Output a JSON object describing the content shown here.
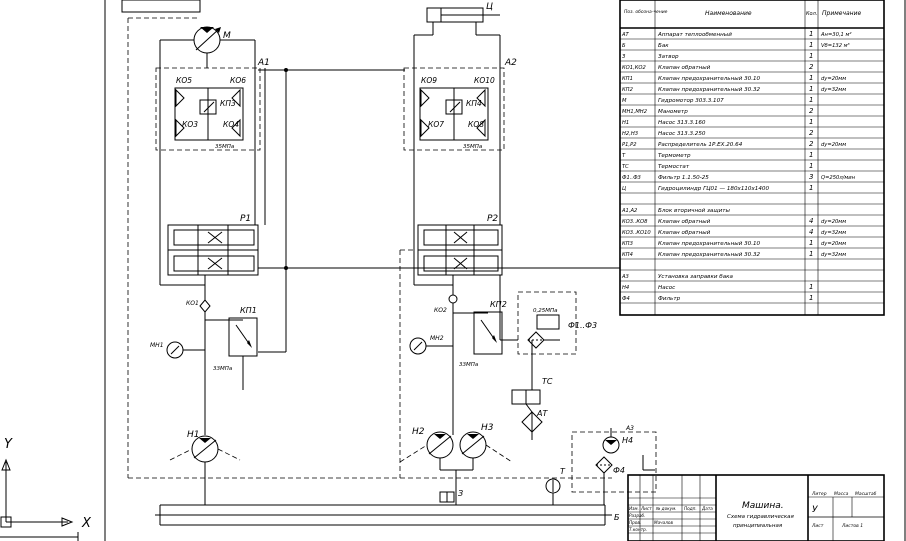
{
  "axis": {
    "y": "Y",
    "x": "X"
  },
  "units": {
    "A1": "A1",
    "A2": "A2",
    "P1": "P1",
    "P2": "P2",
    "M": "M",
    "C": "Ц",
    "KO5": "КО5",
    "KO6": "КО6",
    "KP3": "КП3",
    "KO3": "КО3",
    "KO4": "КО4",
    "A1_pressure": "35МПа",
    "KO9": "КО9",
    "KO10": "КО10",
    "KP4": "КП4",
    "KO7": "КО7",
    "KO8": "КО8",
    "A2_pressure": "35МПа",
    "KO1": "КО1",
    "KP1": "КП1",
    "MN1": "МН1",
    "KP1_pressure": "33МПа",
    "KO2": "КО2",
    "KP2": "КП2",
    "MN2": "МН2",
    "KP2_pressure": "33МПа",
    "F1F3": "Ф1..Ф3",
    "F1F3_pressure": "0,25МПа",
    "TC": "ТС",
    "AT": "АТ",
    "T": "Т",
    "A3": "А3",
    "H4": "Н4",
    "F4": "Ф4",
    "H1": "Н1",
    "H2": "Н2",
    "H3": "Н3",
    "Z": "З",
    "B": "Б"
  },
  "spec_table": {
    "headers": [
      "Поз. обозна-чение",
      "Наименование",
      "Кол.",
      "Примечание"
    ],
    "rows": [
      {
        "pos": "АТ",
        "name": "Аппарат теплообменный",
        "qty": "1",
        "note": "Aн=30,1 м²"
      },
      {
        "pos": "Б",
        "name": "Бак",
        "qty": "1",
        "note": "Vб=132 м³"
      },
      {
        "pos": "З",
        "name": "Затвор",
        "qty": "1",
        "note": ""
      },
      {
        "pos": "КО1,КО2",
        "name": "Клапан обратный",
        "qty": "2",
        "note": ""
      },
      {
        "pos": "КП1",
        "name": "Клапан предохранительный 30.10",
        "qty": "1",
        "note": "dу=20мм"
      },
      {
        "pos": "КП2",
        "name": "Клапан предохранительный 30.32",
        "qty": "1",
        "note": "dу=32мм"
      },
      {
        "pos": "М",
        "name": "Гидромотор 303.3.107",
        "qty": "1",
        "note": ""
      },
      {
        "pos": "МН1,МН2",
        "name": "Манометр",
        "qty": "2",
        "note": ""
      },
      {
        "pos": "Н1",
        "name": "Насос 313.3.160",
        "qty": "1",
        "note": ""
      },
      {
        "pos": "Н2,Н3",
        "name": "Насос 313.3.250",
        "qty": "2",
        "note": ""
      },
      {
        "pos": "Р1,Р2",
        "name": "Распределитель 1Р.ЕХ.20.64",
        "qty": "2",
        "note": "dу=20мм"
      },
      {
        "pos": "Т",
        "name": "Термометр",
        "qty": "1",
        "note": ""
      },
      {
        "pos": "ТС",
        "name": "Термостат",
        "qty": "1",
        "note": ""
      },
      {
        "pos": "Ф1..Ф3",
        "name": "Фильтр 1.1.50-25",
        "qty": "3",
        "note": "Q=250л/мин"
      },
      {
        "pos": "Ц",
        "name": "Гидроцилиндр       ГЦ01 — 180х110х1400",
        "qty": "1",
        "note": ""
      },
      {
        "pos": "",
        "name": "",
        "qty": "",
        "note": ""
      },
      {
        "pos": "А1,А2",
        "name": "Блок вторичной защиты",
        "qty": "",
        "note": ""
      },
      {
        "pos": "КО3..КО8",
        "name": "Клапан обратный",
        "qty": "4",
        "note": "dу=20мм"
      },
      {
        "pos": "КО3..КО10",
        "name": "Клапан обратный",
        "qty": "4",
        "note": "dу=32мм"
      },
      {
        "pos": "КП3",
        "name": "Клапан предохранительный 30.10",
        "qty": "1",
        "note": "dу=20мм"
      },
      {
        "pos": "КП4",
        "name": "Клапан предохранительный 30.32",
        "qty": "1",
        "note": "dу=32мм"
      },
      {
        "pos": "",
        "name": "",
        "qty": "",
        "note": ""
      },
      {
        "pos": "А3",
        "name": "Установка заправки бака",
        "qty": "",
        "note": ""
      },
      {
        "pos": "Н4",
        "name": "Насос",
        "qty": "1",
        "note": ""
      },
      {
        "pos": "Ф4",
        "name": "Фильтр",
        "qty": "1",
        "note": ""
      }
    ]
  },
  "title_block": {
    "title": "Машина.",
    "subtitle1": "Схема гидравлическая",
    "subtitle2": "принципиальная",
    "col_headers": [
      "Изм.",
      "Лист",
      "№ докум.",
      "Подп.",
      "Дата"
    ],
    "row_labels": [
      "Разраб.",
      "Пров.",
      "Т.контр."
    ],
    "developer": "Мачалов",
    "lit_label": "Литер",
    "mass_label": "Масса",
    "scale_label": "Масштаб",
    "lit_value": "У",
    "sheet_label": "Лист",
    "sheets_label": "Листов  1"
  }
}
